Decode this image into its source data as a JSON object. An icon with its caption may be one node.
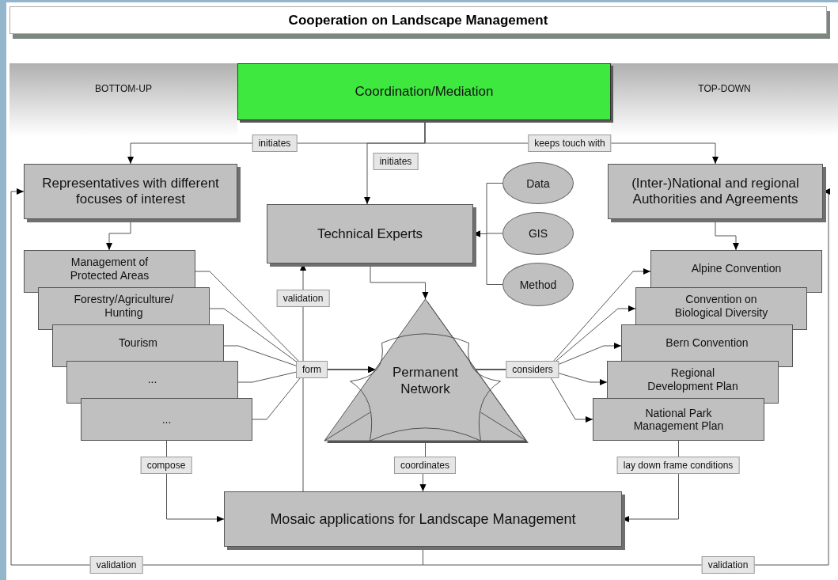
{
  "diagram": {
    "title": "Cooperation on Landscape Management",
    "nodes": [
      {
        "text": [
          "BOTTOM-UP"
        ]
      },
      {
        "text": [
          "Coordination/Mediation"
        ]
      },
      {
        "text": [
          "TOP-DOWN"
        ]
      },
      {
        "text": [
          "Representatives with different focuses of interest"
        ]
      },
      {
        "text": [
          "(Inter-)National and regional Authorities and Agreements"
        ]
      },
      {
        "text": [
          "Data"
        ]
      },
      {
        "text": [
          "Technical Experts"
        ]
      },
      {
        "text": [
          "GIS"
        ]
      },
      {
        "text": [
          "Method"
        ]
      },
      {
        "text": [
          "Management of Protected Areas"
        ]
      },
      {
        "text": [
          "Forestry/Agriculture/ Hunting"
        ]
      },
      {
        "text": [
          "Tourism"
        ]
      },
      {
        "text": [
          "..."
        ]
      },
      {
        "text": [
          "..."
        ]
      },
      {
        "text": [
          "Permanent Network"
        ]
      },
      {
        "text": [
          "Alpine Convention"
        ]
      },
      {
        "text": [
          "Convention on Biological Diversity"
        ]
      },
      {
        "text": [
          "Bern Convention"
        ]
      },
      {
        "text": [
          "Regional Development Plan"
        ]
      },
      {
        "text": [
          "National Park Management Plan"
        ]
      },
      {
        "text": [
          "Mosaic applications for Landscape Management"
        ]
      }
    ],
    "edges": [
      {
        "from": 1,
        "to": 3,
        "arrow": "to",
        "label": "initiates"
      },
      {
        "from": 1,
        "to": 6,
        "arrow": "to",
        "label": "initiates"
      },
      {
        "from": 1,
        "to": 4,
        "arrow": "to",
        "label": "keeps touch with"
      },
      {
        "from": 5,
        "to": 6,
        "arrow": "to"
      },
      {
        "from": 7,
        "to": 6,
        "arrow": "to"
      },
      {
        "from": 8,
        "to": 6,
        "arrow": "to"
      },
      {
        "from": 3,
        "to": 9,
        "arrow": "to"
      },
      {
        "from": 4,
        "to": 15,
        "arrow": "to"
      },
      {
        "from": 6,
        "to": 14,
        "arrow": "to"
      },
      {
        "from": 20,
        "to": 6,
        "arrow": "to",
        "label": "validation"
      },
      {
        "from": 9,
        "to": 14,
        "arrow": "to",
        "label": "form"
      },
      {
        "from": 10,
        "to": 14,
        "arrow": "to"
      },
      {
        "from": 11,
        "to": 14,
        "arrow": "to"
      },
      {
        "from": 12,
        "to": 14,
        "arrow": "to"
      },
      {
        "from": 13,
        "to": 14,
        "arrow": "to"
      },
      {
        "from": 14,
        "to": 15,
        "arrow": "to",
        "label": "considers"
      },
      {
        "from": 14,
        "to": 16,
        "arrow": "to"
      },
      {
        "from": 14,
        "to": 17,
        "arrow": "to"
      },
      {
        "from": 14,
        "to": 18,
        "arrow": "to"
      },
      {
        "from": 14,
        "to": 19,
        "arrow": "to"
      },
      {
        "from": 13,
        "to": 20,
        "arrow": "to",
        "label": "compose"
      },
      {
        "from": 14,
        "to": 20,
        "arrow": "to",
        "label": "coordinates"
      },
      {
        "from": 19,
        "to": 20,
        "arrow": "to",
        "label": "lay down frame conditions"
      },
      {
        "from": 20,
        "to": 3,
        "arrow": "to",
        "label": "validation"
      },
      {
        "from": 20,
        "to": 4,
        "arrow": "to",
        "label": "validation"
      }
    ]
  }
}
